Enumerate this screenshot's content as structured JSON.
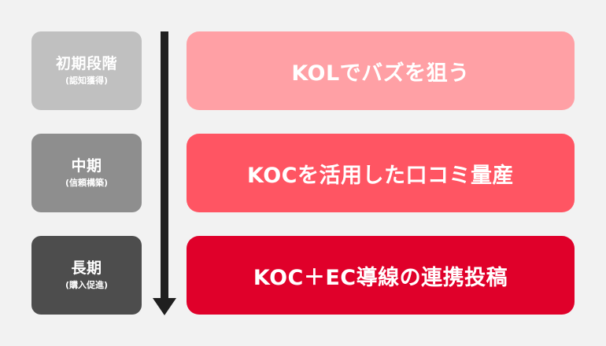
{
  "stages": [
    {
      "title": "初期段階",
      "subtitle": "(認知獲得)",
      "color": "#c0c0c0"
    },
    {
      "title": "中期",
      "subtitle": "(信頼構築)",
      "color": "#8e8e8e"
    },
    {
      "title": "長期",
      "subtitle": "(購入促進)",
      "color": "#4d4d4d"
    }
  ],
  "strategies": [
    {
      "label": "KOLでバズを狙う",
      "color": "#ffa0a5"
    },
    {
      "label": "KOCを活用した口コミ量産",
      "color": "#ff5563"
    },
    {
      "label": "KOC＋EC導線の連携投稿",
      "color": "#e0002a"
    }
  ],
  "arrow_color": "#1f1f1f",
  "background_color": "#f2f2f2"
}
